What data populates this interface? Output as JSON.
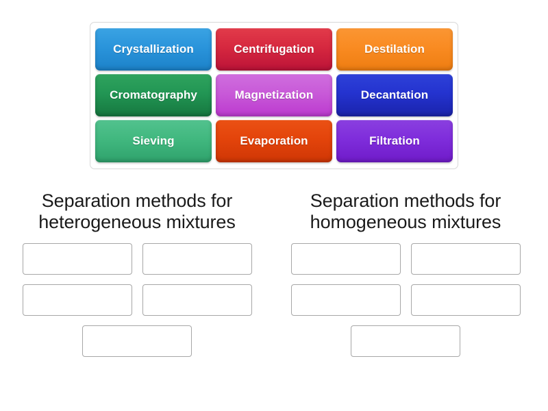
{
  "activity": {
    "type": "group-sort-drag-and-drop"
  },
  "tile_bank": {
    "rows": [
      [
        {
          "label": "Crystallization",
          "color": "#2a94db",
          "color_name": "blue"
        },
        {
          "label": "Centrifugation",
          "color": "#d6283f",
          "color_name": "crimson"
        },
        {
          "label": "Destilation",
          "color": "#f98b22",
          "color_name": "orange"
        }
      ],
      [
        {
          "label": "Cromatography",
          "color": "#229654",
          "color_name": "green"
        },
        {
          "label": "Magnetization",
          "color": "#c85ad8",
          "color_name": "magenta"
        },
        {
          "label": "Decantation",
          "color": "#2433cf",
          "color_name": "navy"
        }
      ],
      [
        {
          "label": "Sieving",
          "color": "#41b87f",
          "color_name": "mint"
        },
        {
          "label": "Evaporation",
          "color": "#e3440b",
          "color_name": "vermilion"
        },
        {
          "label": "Filtration",
          "color": "#7f2ddb",
          "color_name": "purple"
        }
      ]
    ]
  },
  "columns": [
    {
      "id": "heterogeneous",
      "title_line1": "Separation methods for",
      "title_line2": "heterogeneous mixtures",
      "slot_count": 5,
      "slots": [
        "",
        "",
        "",
        "",
        ""
      ]
    },
    {
      "id": "homogeneous",
      "title_line1": "Separation methods for",
      "title_line2": "homogeneous mixtures",
      "slot_count": 5,
      "slots": [
        "",
        "",
        "",
        "",
        ""
      ]
    }
  ],
  "theme": {
    "background": "#ffffff",
    "slot_border": "#a6a6a6",
    "bank_border": "#d8d8d8",
    "title_color": "#1a1a1a"
  }
}
